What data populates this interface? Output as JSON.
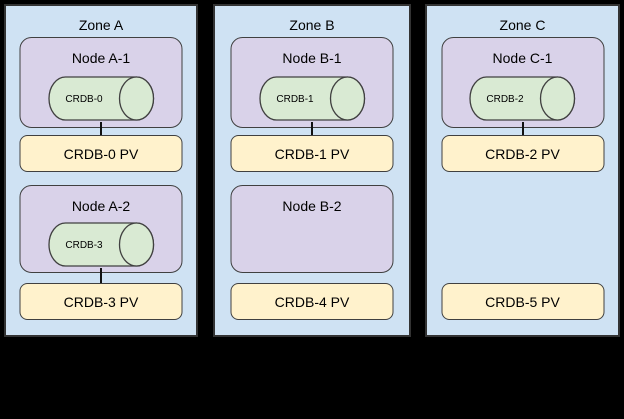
{
  "styles": {
    "background": "#000000",
    "zone_fill": "#cfe2f3",
    "node_fill": "#d9d2e9",
    "pod_fill": "#d9ead3",
    "pv_fill": "#fff2cc",
    "border_color": "#404040",
    "text_color": "#000000"
  },
  "zones": [
    {
      "label": "Zone A",
      "nodes": [
        {
          "label": "Node A-1",
          "pod": "CRDB-0"
        },
        {
          "label": "Node A-2",
          "pod": "CRDB-3"
        }
      ],
      "pvs": [
        "CRDB-0 PV",
        "CRDB-3 PV"
      ]
    },
    {
      "label": "Zone B",
      "nodes": [
        {
          "label": "Node B-1",
          "pod": "CRDB-1"
        },
        {
          "label": "Node B-2"
        }
      ],
      "pvs": [
        "CRDB-1 PV",
        "CRDB-4 PV"
      ]
    },
    {
      "label": "Zone C",
      "nodes": [
        {
          "label": "Node C-1",
          "pod": "CRDB-2"
        }
      ],
      "pvs": [
        "CRDB-2 PV",
        "CRDB-5 PV"
      ]
    }
  ]
}
